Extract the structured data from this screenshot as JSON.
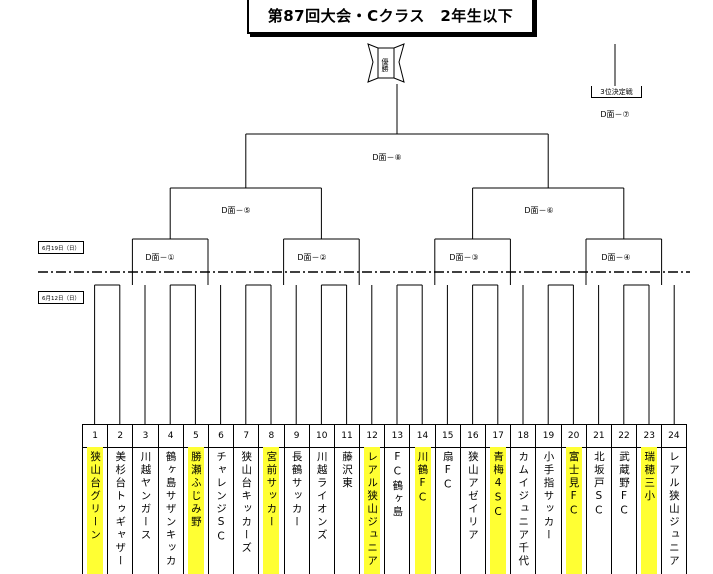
{
  "title": "第87回大会・Cクラス　2年生以下",
  "trophy_label": "優勝",
  "third_place": {
    "label": "3位決定戦",
    "match": "D面－⑦"
  },
  "dates": {
    "day2": "6月19日（日）",
    "day1": "6月12日（日）"
  },
  "matches": {
    "final": "D面－⑧",
    "semi1": "D面－⑤",
    "semi2": "D面－⑥",
    "q1": "D面－①",
    "q2": "D面－②",
    "q3": "D面－③",
    "q4": "D面－④"
  },
  "colors": {
    "highlight": "#ffff33"
  },
  "teams": [
    {
      "num": "1",
      "name": "狭山台グリーン",
      "highlight": true
    },
    {
      "num": "2",
      "name": "美杉台トゥギャザー",
      "highlight": false
    },
    {
      "num": "3",
      "name": "川越ヤンガース",
      "highlight": false
    },
    {
      "num": "4",
      "name": "鶴ヶ島サザンキッカ",
      "highlight": false
    },
    {
      "num": "5",
      "name": "勝瀬ふじみ野",
      "highlight": true
    },
    {
      "num": "6",
      "name": "チャレンジSC",
      "highlight": false
    },
    {
      "num": "7",
      "name": "狭山台キッカーズ",
      "highlight": false
    },
    {
      "num": "8",
      "name": "宮前サッカー",
      "highlight": true
    },
    {
      "num": "9",
      "name": "長鶴サッカー",
      "highlight": false
    },
    {
      "num": "10",
      "name": "川越ライオンズ",
      "highlight": false
    },
    {
      "num": "11",
      "name": "藤沢東",
      "highlight": false
    },
    {
      "num": "12",
      "name": "レアル狭山ジュニア",
      "highlight": true
    },
    {
      "num": "13",
      "name": "FC鶴ヶ島",
      "highlight": false
    },
    {
      "num": "14",
      "name": "川鶴FC",
      "highlight": true
    },
    {
      "num": "15",
      "name": "扇FC",
      "highlight": false
    },
    {
      "num": "16",
      "name": "狭山アゼイリア",
      "highlight": false
    },
    {
      "num": "17",
      "name": "青梅4SC",
      "highlight": true
    },
    {
      "num": "18",
      "name": "カムイジュニア千代",
      "highlight": false
    },
    {
      "num": "19",
      "name": "小手指サッカー",
      "highlight": false
    },
    {
      "num": "20",
      "name": "富士見FC",
      "highlight": true
    },
    {
      "num": "21",
      "name": "北坂戸SC",
      "highlight": false
    },
    {
      "num": "22",
      "name": "武蔵野FC",
      "highlight": false
    },
    {
      "num": "23",
      "name": "瑞穂三小",
      "highlight": true
    },
    {
      "num": "24",
      "name": "レアル狭山ジュニア",
      "highlight": false
    }
  ]
}
